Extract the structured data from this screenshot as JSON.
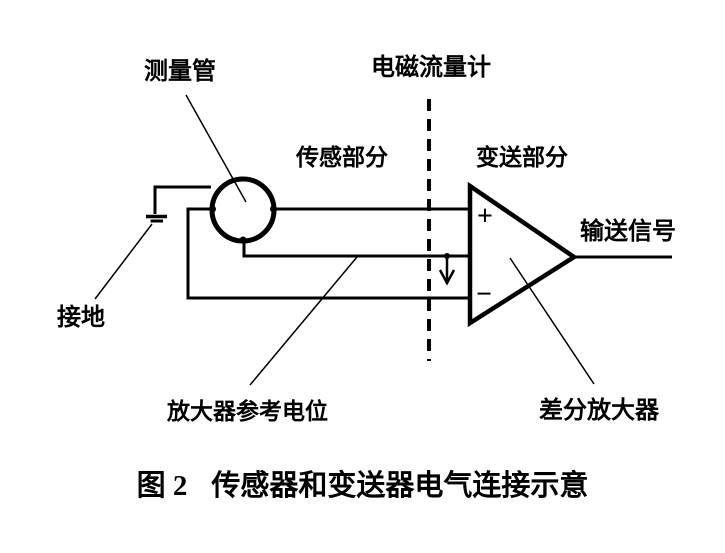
{
  "figure": {
    "labels": {
      "measuring_tube": "测量管",
      "flowmeter": "电磁流量计",
      "sensor_section": "传感部分",
      "transmitter_section": "变送部分",
      "output_signal": "输送信号",
      "ground": "接地",
      "amplifier_reference": "放大器参考电位",
      "differential_amplifier": "差分放大器"
    },
    "opamp": {
      "plus_sign": "+",
      "minus_sign": "−"
    },
    "caption": {
      "figure_number": "图 2",
      "title": "传感器和变送器电气连接示意"
    },
    "colors": {
      "line": "#000000",
      "background": "#ffffff",
      "text": "#000000"
    }
  }
}
